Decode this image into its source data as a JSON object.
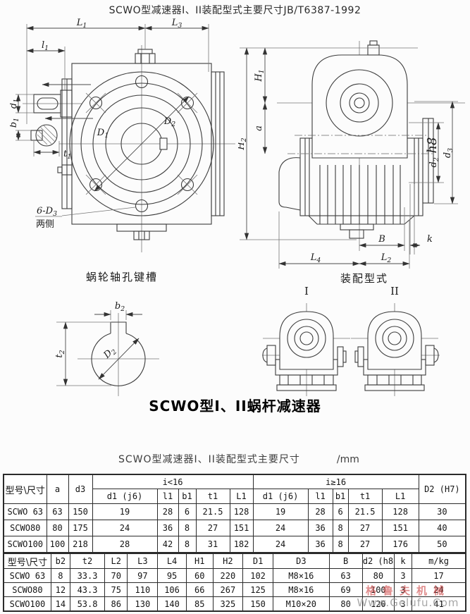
{
  "page": {
    "title": "SCWO型减速器I、II装配型式主要尺寸JB/T6387-1992",
    "drawing_heading": "SCWO型I、II蜗杆减速器",
    "table_caption": "SCWO型减速器I、II装配型式主要尺寸",
    "unit_label": "/mm"
  },
  "front": {
    "labels": {
      "L1": "L1",
      "L3": "L3",
      "l1": "l1",
      "d1": "d1",
      "b1": "b1",
      "t1": "t1",
      "D1": "D1",
      "D2": "D2",
      "hole_note": "6-D3",
      "hole_note2": "两侧"
    }
  },
  "side": {
    "labels": {
      "H1": "H1",
      "H2": "H2",
      "a": "a",
      "d2": "d2 h8",
      "d3": "d3",
      "B": "B",
      "k": "k",
      "L4": "L4",
      "L2": "L2"
    }
  },
  "keyway": {
    "title": "蜗轮轴孔键槽",
    "labels": {
      "b2": "b2",
      "t2": "t2",
      "D2": "D2"
    }
  },
  "assembly": {
    "title": "装配型式",
    "type1": "I",
    "type2": "II"
  },
  "table1": {
    "corner": "型号\\尺寸",
    "col_a": "a",
    "col_d3": "d3",
    "group1": "i<16",
    "group2": "i≥16",
    "subcols": [
      "d1 (j6)",
      "l1",
      "b1",
      "t1",
      "L1"
    ],
    "col_D2": "D2 (H7)",
    "rows": [
      [
        "SCWO 63",
        "63",
        "150",
        "19",
        "28",
        "6",
        "21.5",
        "128",
        "19",
        "28",
        "6",
        "21.5",
        "128",
        "30"
      ],
      [
        "SCWO80",
        "80",
        "175",
        "24",
        "36",
        "8",
        "27",
        "151",
        "24",
        "36",
        "8",
        "27",
        "151",
        "40"
      ],
      [
        "SCWO100",
        "100",
        "218",
        "28",
        "42",
        "8",
        "31",
        "182",
        "24",
        "36",
        "8",
        "27",
        "176",
        "50"
      ]
    ]
  },
  "table2": {
    "headers": [
      "型号\\尺寸",
      "b2",
      "t2",
      "L2",
      "L3",
      "L4",
      "H1",
      "H2",
      "D1",
      "D3",
      "B",
      "d2 (h8)",
      "k",
      "m/kg"
    ],
    "rows": [
      [
        "SCWO 63",
        "8",
        "33.3",
        "70",
        "97",
        "95",
        "60",
        "220",
        "102",
        "M8×16",
        "63",
        "80",
        "3",
        "17"
      ],
      [
        "SCWO80",
        "12",
        "43.3",
        "75",
        "110",
        "106",
        "66",
        "267",
        "125",
        "M8×16",
        "69",
        "100",
        "3",
        "24"
      ],
      [
        "SCWO100",
        "14",
        "53.8",
        "86",
        "130",
        "140",
        "85",
        "325",
        "150",
        "M10×20",
        "80",
        "120",
        "3",
        "41"
      ]
    ]
  },
  "watermark": {
    "text_cn": "格鲁夫机械",
    "text_url": "Www.Gelufu.Com"
  }
}
